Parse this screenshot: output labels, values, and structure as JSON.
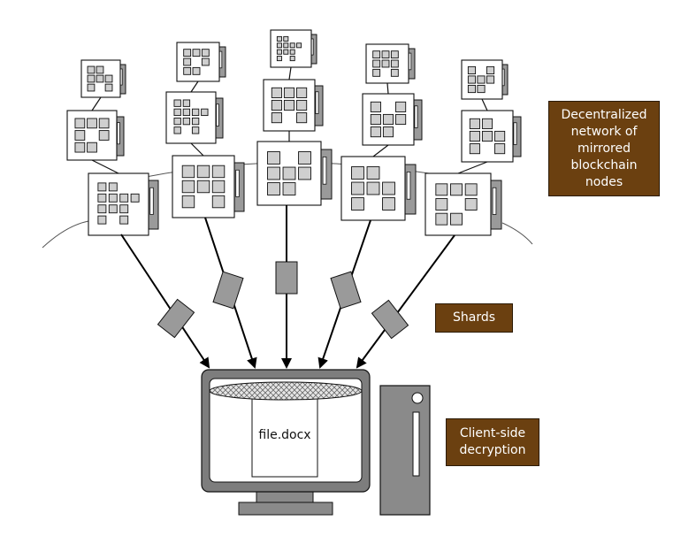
{
  "labels": {
    "network": "Decentralized\nnetwork of\nmirrored\nblockchain\nnodes",
    "shards": "Shards",
    "client": "Client-side\ndecryption"
  },
  "file_name": "file.docx",
  "colors": {
    "label_fill": "#6b4010",
    "node_fill": "#ffffff",
    "block_fill": "#cfcfcf",
    "shard_fill": "#9a9a9a",
    "monitor_frame": "#7d7d7d",
    "tower_fill": "#8a8a8a"
  },
  "node_count": 15,
  "shard_count": 5,
  "icons": [
    "server-node-icon",
    "shard-icon",
    "monitor-icon",
    "pc-tower-icon",
    "arrow-icon"
  ]
}
